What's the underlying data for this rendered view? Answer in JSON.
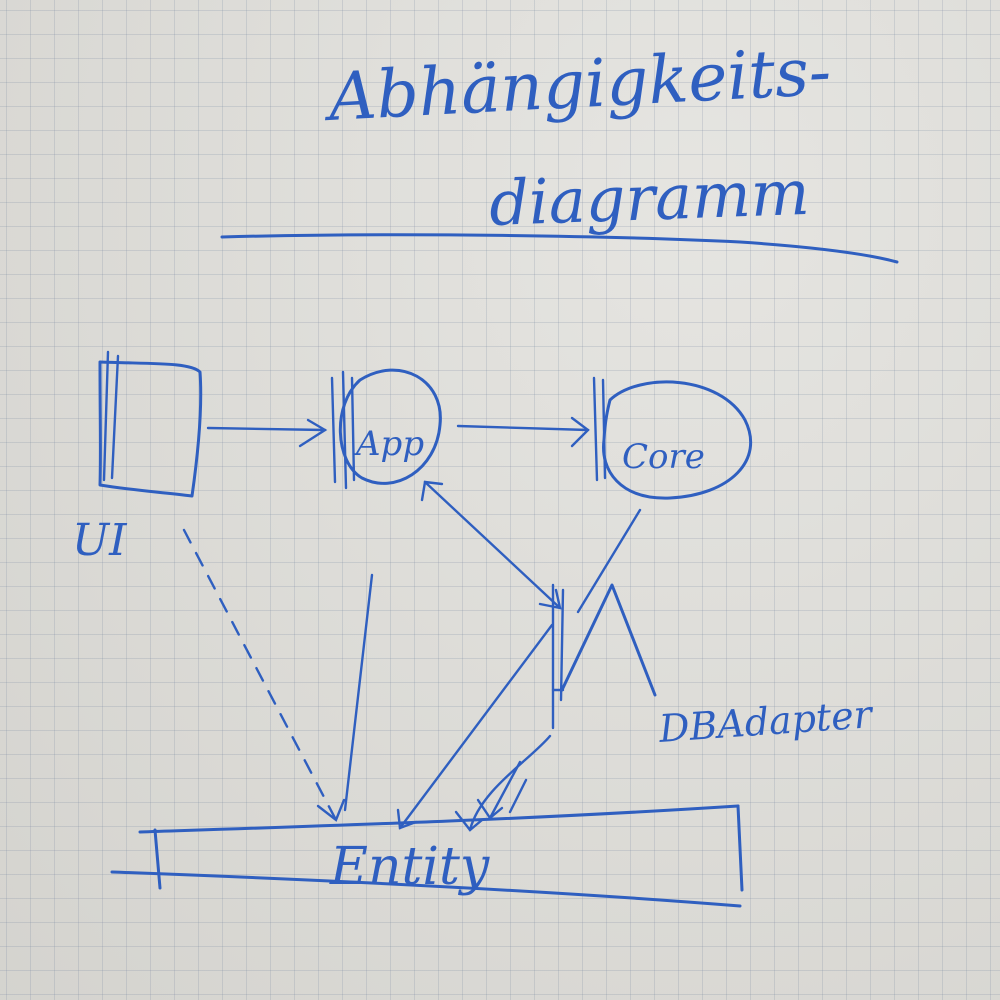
{
  "diagram": {
    "title_line1": "Abhängigkeits-",
    "title_line2": "diagramm",
    "nodes": {
      "ui": {
        "label": "UI"
      },
      "app": {
        "label": "App"
      },
      "core": {
        "label": "Core"
      },
      "dbadapter": {
        "label": "DBAdapter"
      },
      "entity": {
        "label": "Entity"
      }
    },
    "ink_color": "#2f5fc0"
  }
}
